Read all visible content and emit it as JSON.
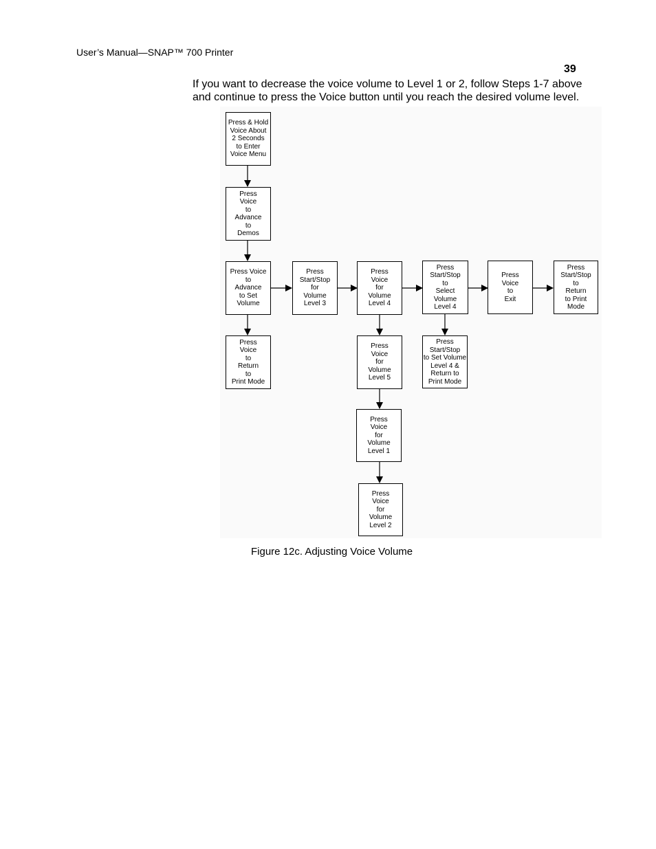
{
  "header": {
    "running_title": "User’s Manual—SNAP™ 700 Printer",
    "page_number": "39"
  },
  "intro": {
    "line1": "If you want to decrease the voice volume to Level 1 or 2, follow Steps 1-7 above",
    "line2": "and continue to press the Voice button until you reach the desired volume level."
  },
  "diagram": {
    "steps": [
      {
        "id": "s1",
        "text": "Press & Hold\nVoice About\n2 Seconds\nto Enter\nVoice Menu"
      },
      {
        "id": "s2",
        "text": "Press\nVoice\nto\nAdvance\nto\nDemos"
      },
      {
        "id": "s3",
        "text": "Press Voice\nto\nAdvance\nto Set\nVolume"
      },
      {
        "id": "s4",
        "text": "Press\nVoice\nto\nReturn\nto\nPrint Mode"
      },
      {
        "id": "s5",
        "text": "Press\nStart/Stop\nfor\nVolume\nLevel 3"
      },
      {
        "id": "s6",
        "text": "Press\nVoice\nfor\nVolume\nLevel 4"
      },
      {
        "id": "s7",
        "text": "Press\nStart/Stop\nto\nSelect\nVolume\nLevel 4"
      },
      {
        "id": "s8",
        "text": "Press\nVoice\nto\nExit"
      },
      {
        "id": "s9",
        "text": "Press\nStart/Stop\nto\nReturn\nto Print\nMode"
      },
      {
        "id": "s10",
        "text": "Press\nVoice\nfor\nVolume\nLevel 5"
      },
      {
        "id": "s11",
        "text": "Press\nStart/Stop\nto Set Volume\nLevel 4 &\nReturn to\nPrint Mode"
      },
      {
        "id": "s12",
        "text": "Press\nVoice\nfor\nVolume\nLevel 1"
      },
      {
        "id": "s13",
        "text": "Press\nVoice\nfor\nVolume\nLevel 2"
      }
    ]
  },
  "caption": "Figure 12c.  Adjusting Voice Volume"
}
